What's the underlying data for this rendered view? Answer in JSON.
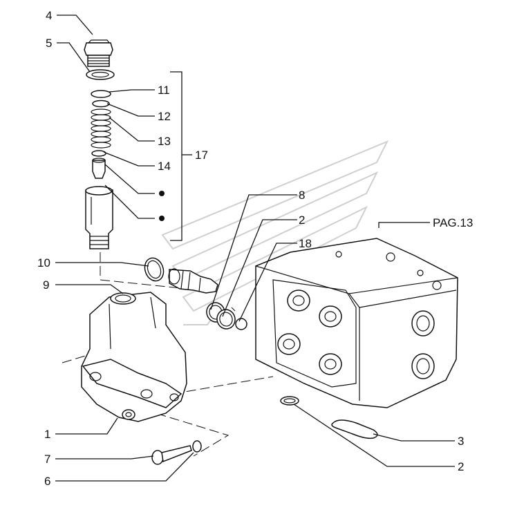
{
  "labels": {
    "l4": "4",
    "l5": "5",
    "l11": "11",
    "l12": "12",
    "l13": "13",
    "l14": "14",
    "l17": "17",
    "l8": "8",
    "l2a": "2",
    "l18": "18",
    "lpag": "PAG.13",
    "l10": "10",
    "l9": "9",
    "l1": "1",
    "l7": "7",
    "l6": "6",
    "l3": "3",
    "l2b": "2"
  },
  "colors": {
    "ink": "#111111",
    "background": "#ffffff",
    "watermark": "#cfcfcf"
  }
}
